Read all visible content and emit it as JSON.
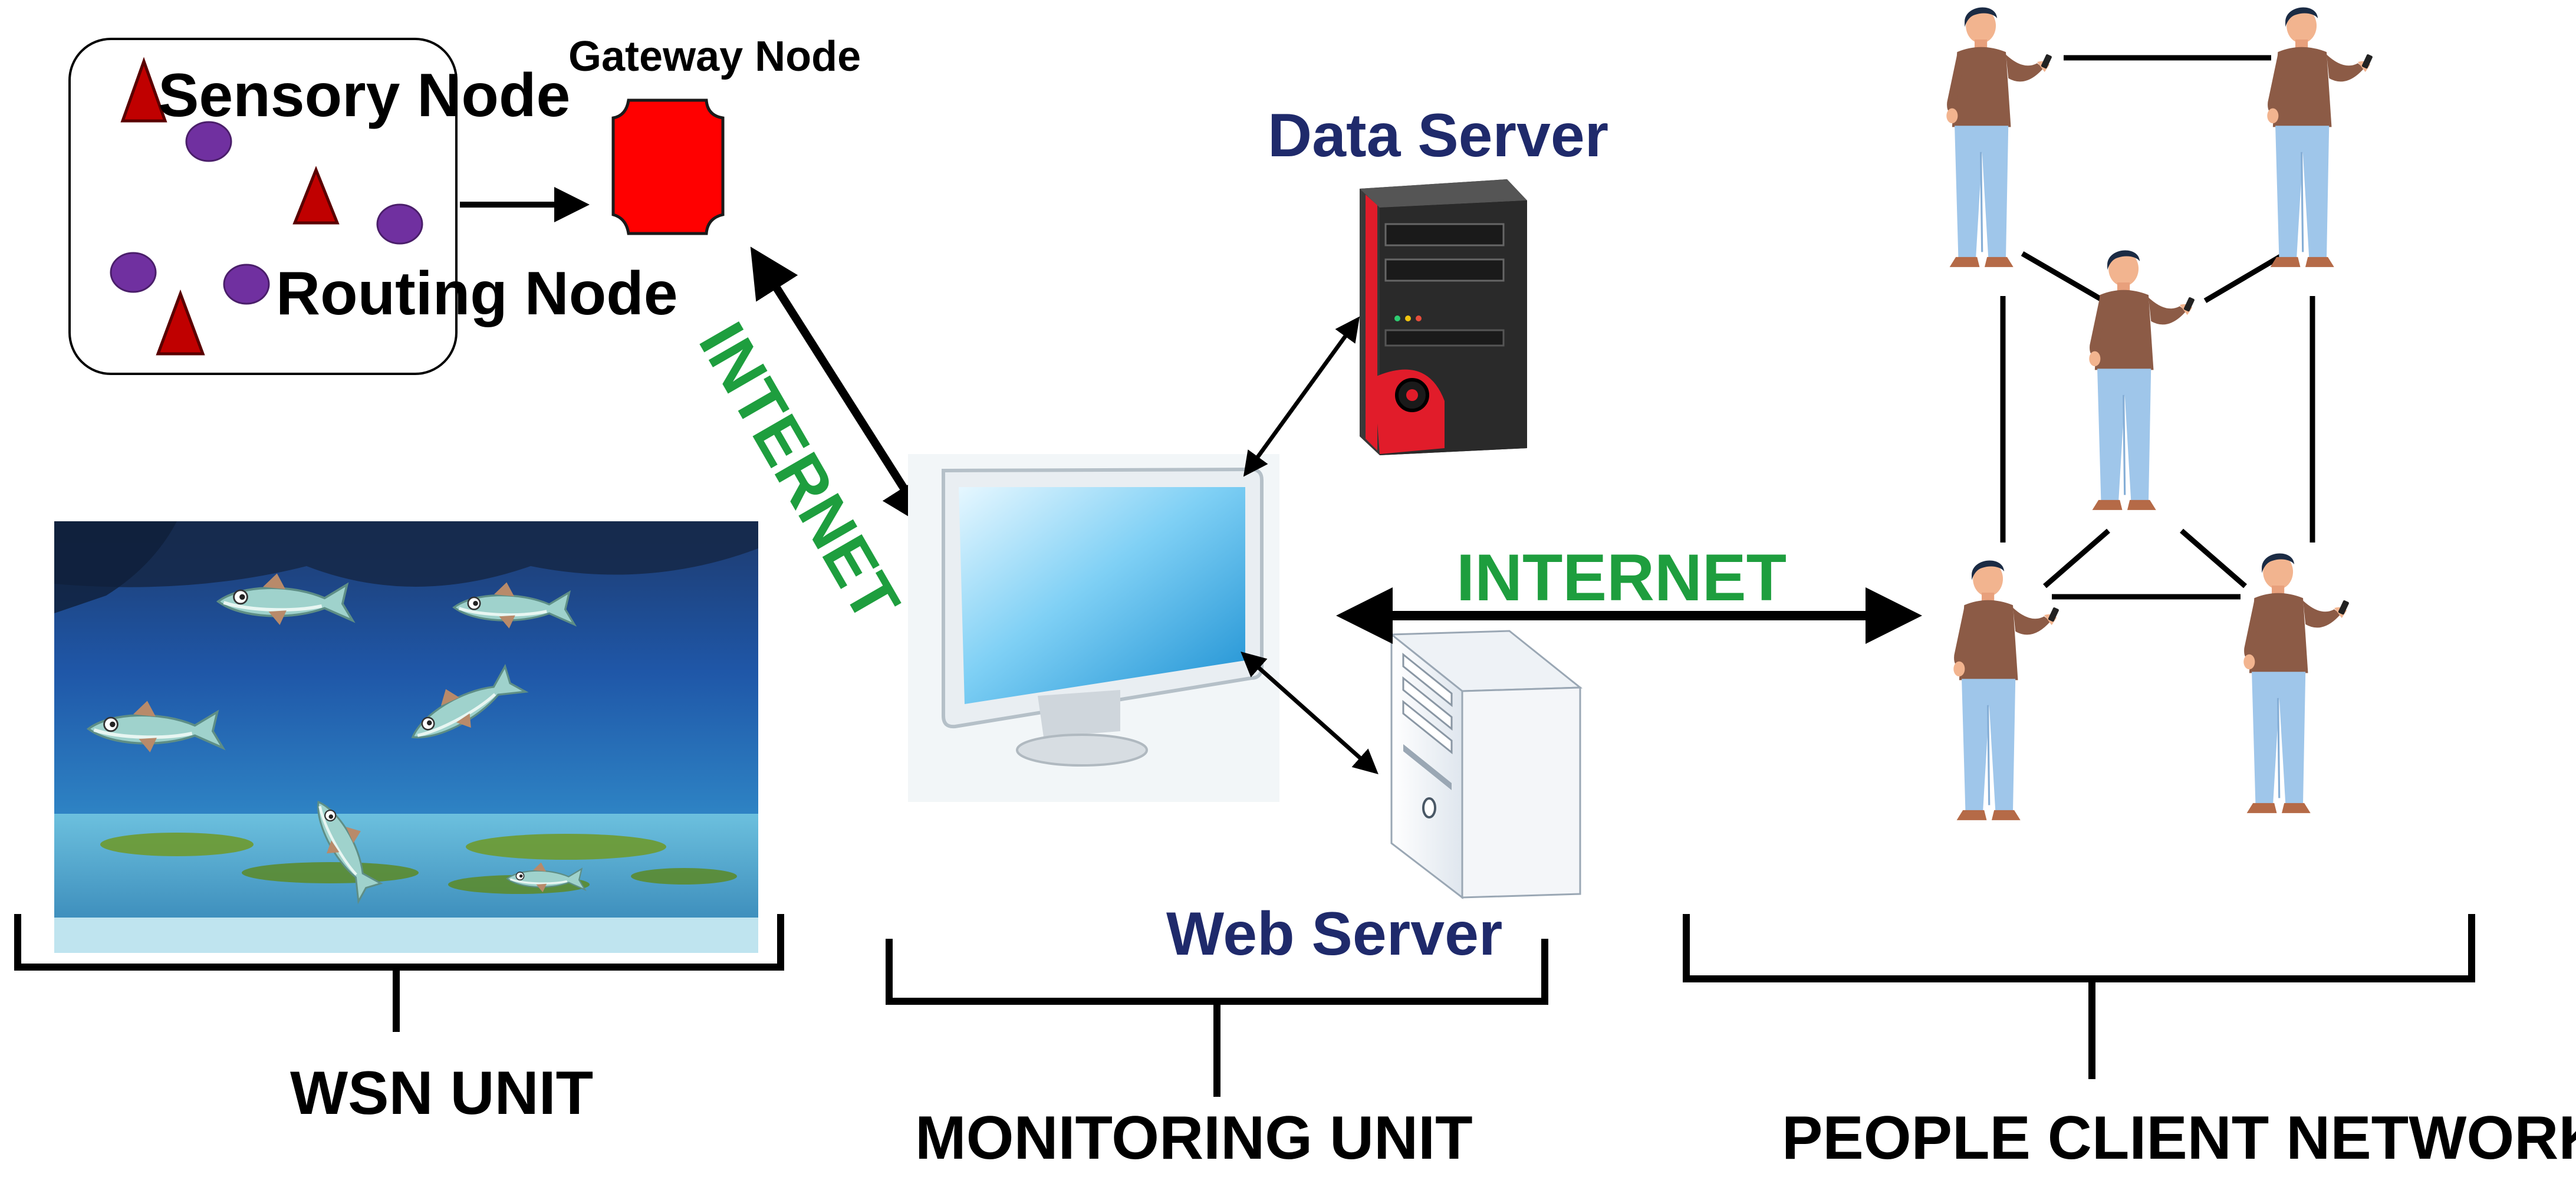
{
  "wsn_box": {
    "sensory_label": "Sensory Node",
    "routing_label": "Routing Node"
  },
  "gateway": {
    "label": "Gateway Node"
  },
  "links": {
    "internet_diagonal": "INTERNET",
    "internet_horizontal": "INTERNET"
  },
  "servers": {
    "data_server_label": "Data Server",
    "web_server_label": "Web Server"
  },
  "units": {
    "wsn": "WSN UNIT",
    "monitoring": "MONITORING UNIT",
    "people": "PEOPLE CLIENT NETWORK"
  },
  "colors": {
    "node_red": "#c00000",
    "routing_purple": "#7030a0",
    "gateway_red": "#ff0000",
    "internet_green": "#1e9e3e",
    "server_label_navy": "#1f2a6b",
    "text_black": "#000000"
  },
  "icons": [
    "sensory-node-icon",
    "routing-node-icon",
    "gateway-node-icon",
    "monitor-icon",
    "data-server-icon",
    "web-server-icon",
    "person-icon"
  ]
}
